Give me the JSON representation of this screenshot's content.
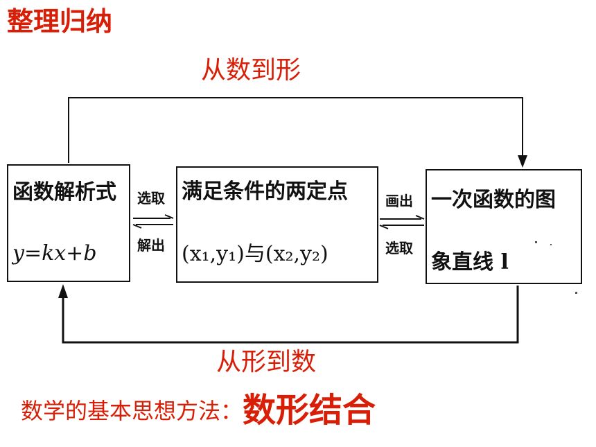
{
  "title": "整理归纳",
  "top_label": "从数到形",
  "bottom_label": "从形到数",
  "box1": {
    "line1": "函数解析式",
    "line2": "y=kx+b"
  },
  "arrows1": {
    "top": "选取",
    "bottom": "解出"
  },
  "box2": {
    "line1": "满足条件的两定点",
    "line2": "(x₁,y₁)与(x₂,y₂)"
  },
  "arrows2": {
    "top": "画出",
    "bottom": "选取"
  },
  "box3": {
    "line1": "一次函数的图",
    "line2": "象直线 l"
  },
  "summary": {
    "prefix": "数学的基本思想方法：",
    "emphasis": "数形结合"
  },
  "colors": {
    "accent": "#d81e06",
    "ink": "#111111"
  }
}
